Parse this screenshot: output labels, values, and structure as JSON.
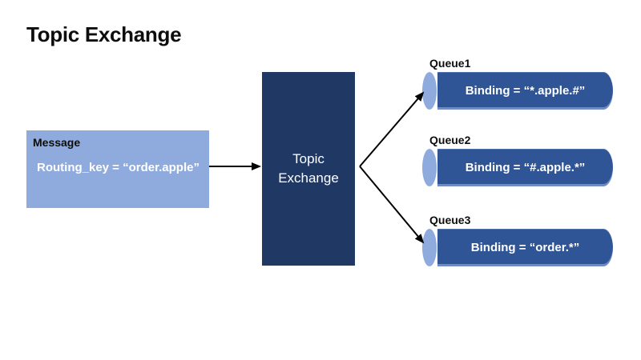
{
  "page_title": "Topic Exchange",
  "colors": {
    "message_box": "#8FAADC",
    "exchange_box": "#1F3864",
    "queue_body": "#2F5597",
    "queue_cap": "#8FAADC",
    "arrow": "#000000",
    "text_dark": "#0d0d0d",
    "text_light": "#ffffff"
  },
  "message": {
    "label": "Message",
    "routing_key": "Routing_key = “order.apple”"
  },
  "exchange": {
    "label": "Topic Exchange"
  },
  "queues": [
    {
      "name": "Queue1",
      "binding": "Binding = “*.apple.#”"
    },
    {
      "name": "Queue2",
      "binding": "Binding = “#.apple.*”"
    },
    {
      "name": "Queue3",
      "binding": "Binding = “order.*”"
    }
  ],
  "connections": [
    {
      "from": "message",
      "to": "topic-exchange"
    },
    {
      "from": "topic-exchange",
      "to": "queue1"
    },
    {
      "from": "topic-exchange",
      "to": "queue3"
    }
  ]
}
